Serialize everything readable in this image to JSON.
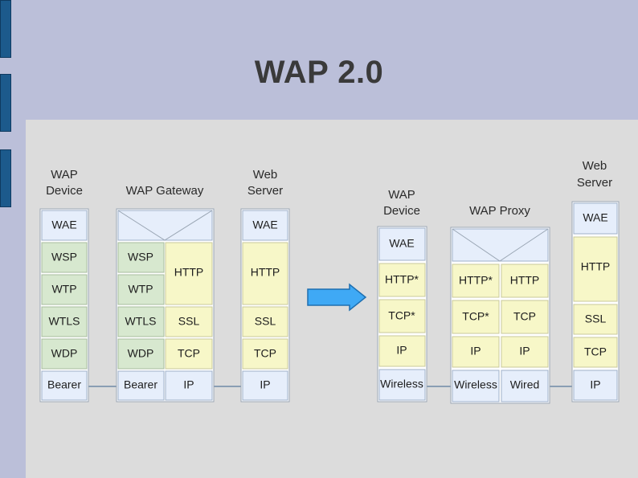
{
  "title": "WAP 2.0",
  "left": {
    "device_label": [
      "WAP",
      "Device"
    ],
    "gateway_label": "WAP Gateway",
    "server_label": [
      "Web",
      "Server"
    ],
    "device_cells": [
      "WAE",
      "WSP",
      "WTP",
      "WTLS",
      "WDP",
      "Bearer"
    ],
    "gateway_left_cells": [
      "WSP",
      "WTP",
      "WTLS",
      "WDP",
      "Bearer"
    ],
    "gateway_right_cells": [
      "HTTP",
      "SSL",
      "TCP",
      "IP"
    ],
    "server_cells": [
      "WAE",
      "HTTP",
      "SSL",
      "TCP",
      "IP"
    ]
  },
  "right": {
    "device_label": [
      "WAP",
      "Device"
    ],
    "proxy_label": "WAP Proxy",
    "server_label": [
      "Web",
      "Server"
    ],
    "device_cells": [
      "WAE",
      "HTTP*",
      "TCP*",
      "IP",
      "Wireless"
    ],
    "proxy_left_cells": [
      "HTTP*",
      "TCP*",
      "IP",
      "Wireless"
    ],
    "proxy_right_cells": [
      "HTTP",
      "TCP",
      "IP",
      "Wired"
    ],
    "server_cells": [
      "WAE",
      "HTTP",
      "SSL",
      "TCP",
      "IP"
    ]
  },
  "colors": {
    "background": "#bbbfd9",
    "panel": "#dcdcdc",
    "arrow": "#3fa9f5",
    "blue_cell": "#e6eefb",
    "green_cell": "#d7e8cf",
    "yellow_cell": "#f7f7c8"
  },
  "icons": {
    "arrow": "right-arrow-icon"
  }
}
